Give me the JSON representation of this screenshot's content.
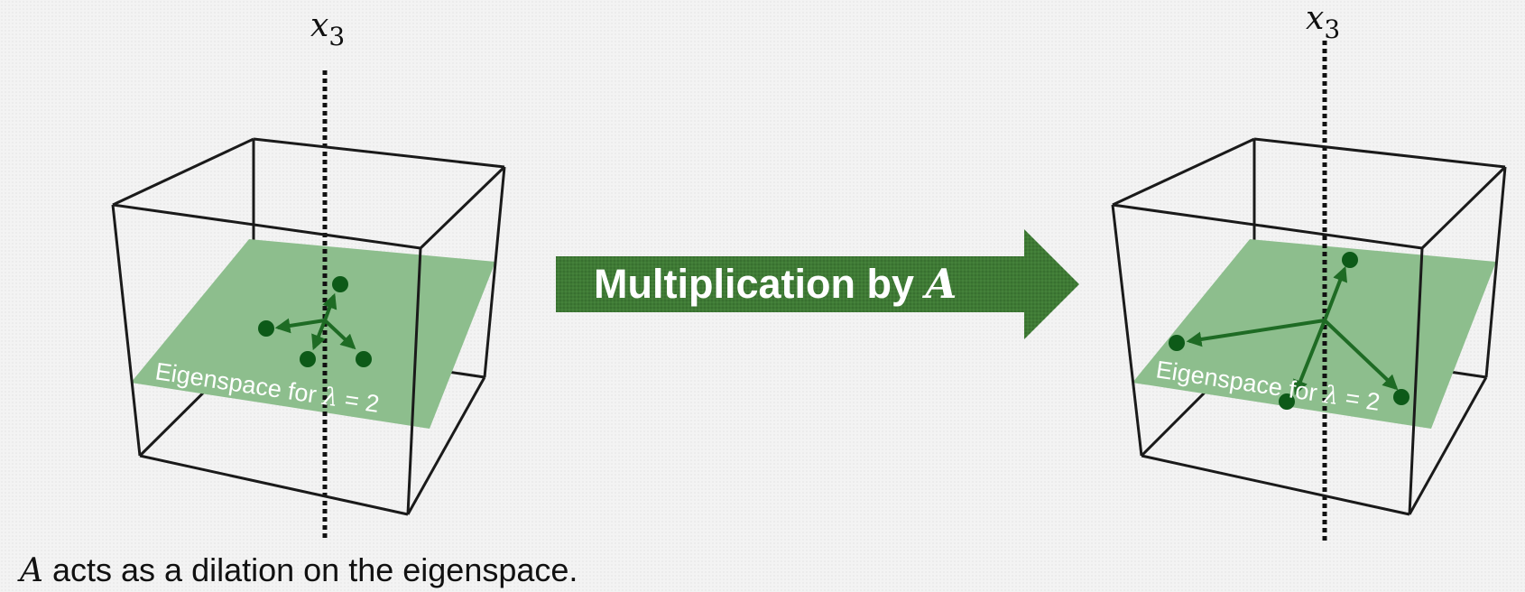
{
  "colors": {
    "plane_fill": "#8dbe8d",
    "vector": "#1e6b24",
    "dot": "#0d5a18",
    "arrow_fill": "#3f7a35",
    "box_line": "#1a1a1a"
  },
  "left_panel": {
    "axis_var": "x",
    "axis_sub": "3",
    "plane_label_text": "Eigenspace for ",
    "plane_label_lambda": "λ",
    "plane_label_value": " = 2"
  },
  "right_panel": {
    "axis_var": "x",
    "axis_sub": "3",
    "plane_label_text": "Eigenspace for ",
    "plane_label_lambda": "λ",
    "plane_label_value": " = 2"
  },
  "transform_arrow": {
    "label_text": "Multiplication by ",
    "label_matrix": "A"
  },
  "caption": {
    "matrix": "A",
    "text": " acts as a dilation on the eigenspace."
  },
  "icons": {
    "transform_arrow": "right-arrow-icon",
    "vector_tip": "arrowhead-icon"
  }
}
